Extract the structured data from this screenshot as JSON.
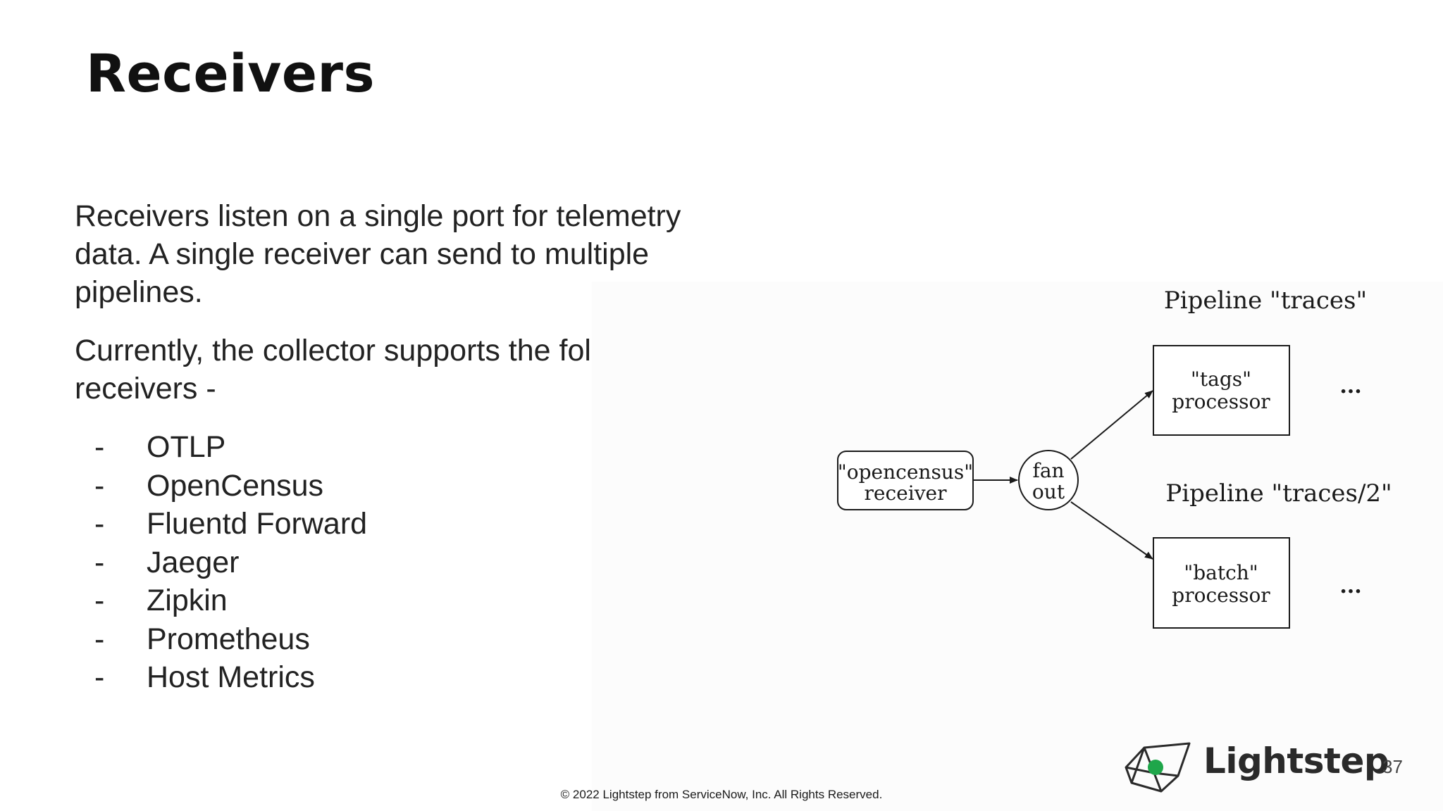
{
  "slide": {
    "title": "Receivers",
    "paragraph1": "Receivers listen on a single port for telemetry data. A single receiver can send to multiple pipelines.",
    "paragraph2": "Currently, the collector supports the following receivers -",
    "receivers": [
      {
        "bullet": "-",
        "label": "OTLP"
      },
      {
        "bullet": "-",
        "label": "OpenCensus"
      },
      {
        "bullet": "-",
        "label": "Fluentd Forward"
      },
      {
        "bullet": "-",
        "label": "Jaeger"
      },
      {
        "bullet": "-",
        "label": "Zipkin"
      },
      {
        "bullet": "-",
        "label": "Prometheus"
      },
      {
        "bullet": "-",
        "label": "Host Metrics"
      }
    ]
  },
  "diagram": {
    "receiver_node": {
      "line1": "\"opencensus\"",
      "line2": "receiver"
    },
    "fanout_node": {
      "line1": "fan",
      "line2": "out"
    },
    "pipeline1": {
      "label": "Pipeline \"traces\"",
      "processor_line1": "\"tags\"",
      "processor_line2": "processor",
      "ellipsis": "..."
    },
    "pipeline2": {
      "label": "Pipeline \"traces/2\"",
      "processor_line1": "\"batch\"",
      "processor_line2": "processor",
      "ellipsis": "..."
    }
  },
  "footer": {
    "copyright": "© 2022 Lightstep from ServiceNow, Inc. All Rights Reserved.",
    "brand": "Lightstep",
    "brand_logo_icon": "lightstep-cube-icon",
    "brand_accent_color": "#1fa64a",
    "page_number": "37"
  }
}
